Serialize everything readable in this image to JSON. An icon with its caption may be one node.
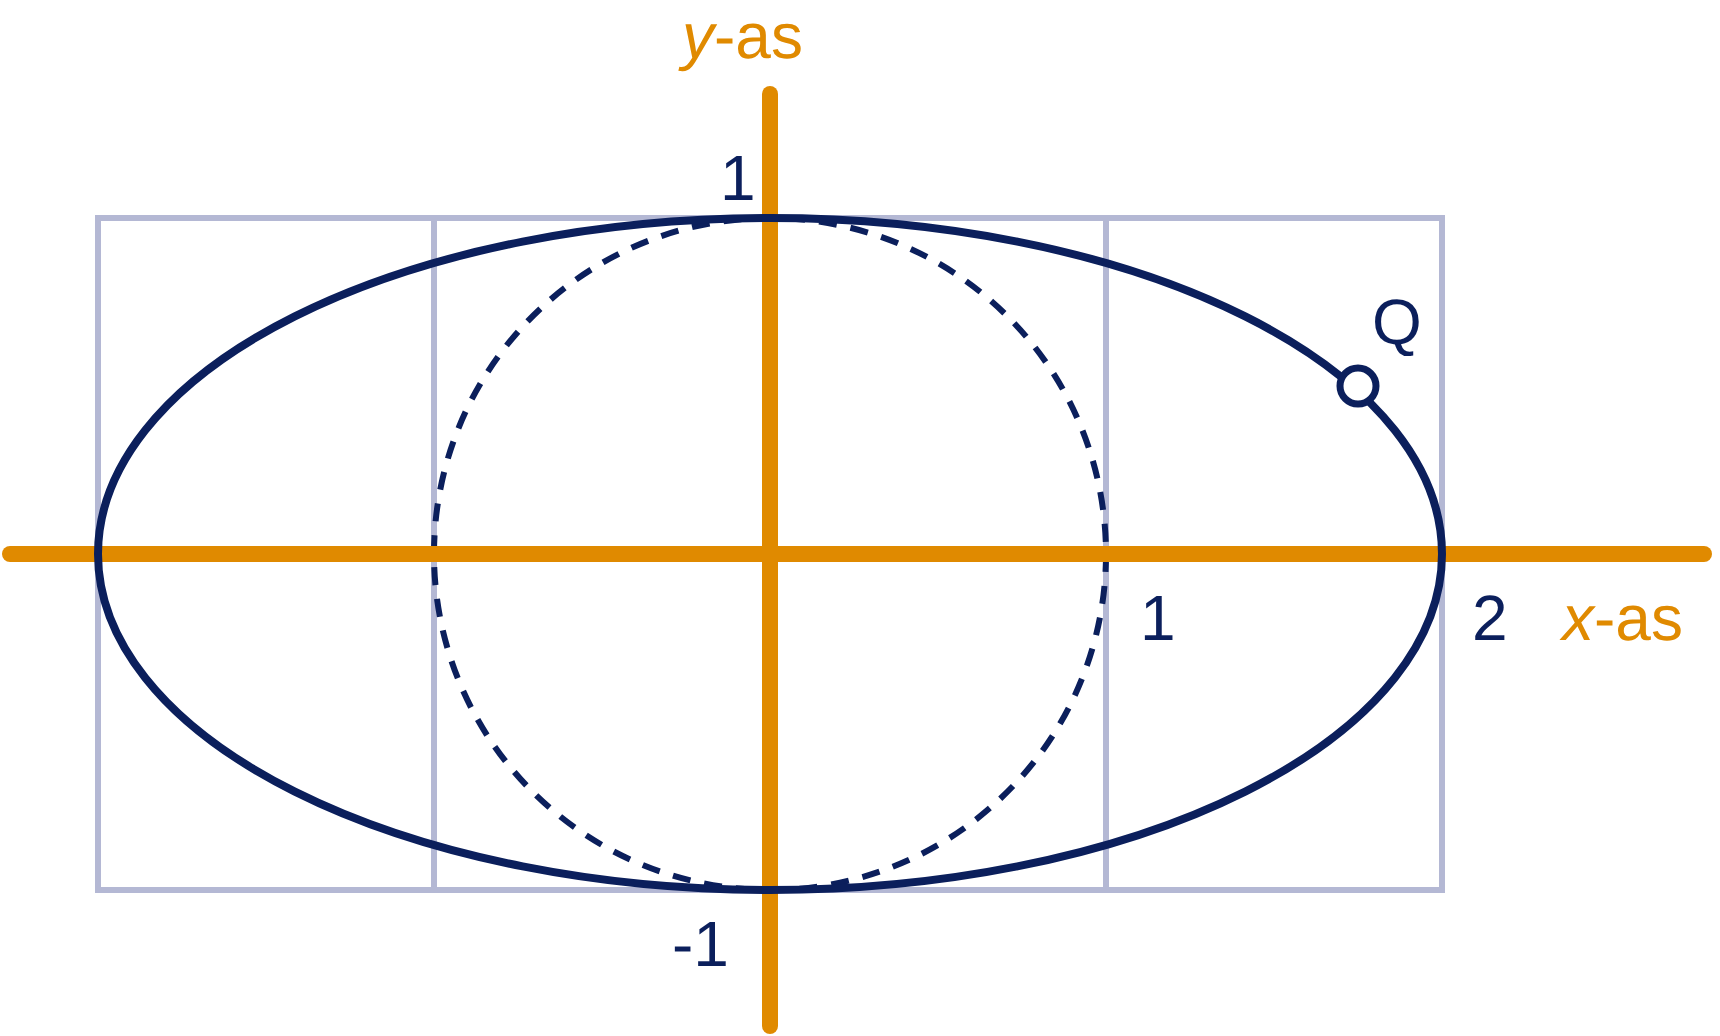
{
  "diagram": {
    "labels": [
      "*y*-as",
      "1",
      "Q",
      "1",
      "2",
      "*x*-as",
      "-1"
    ]
  }
}
